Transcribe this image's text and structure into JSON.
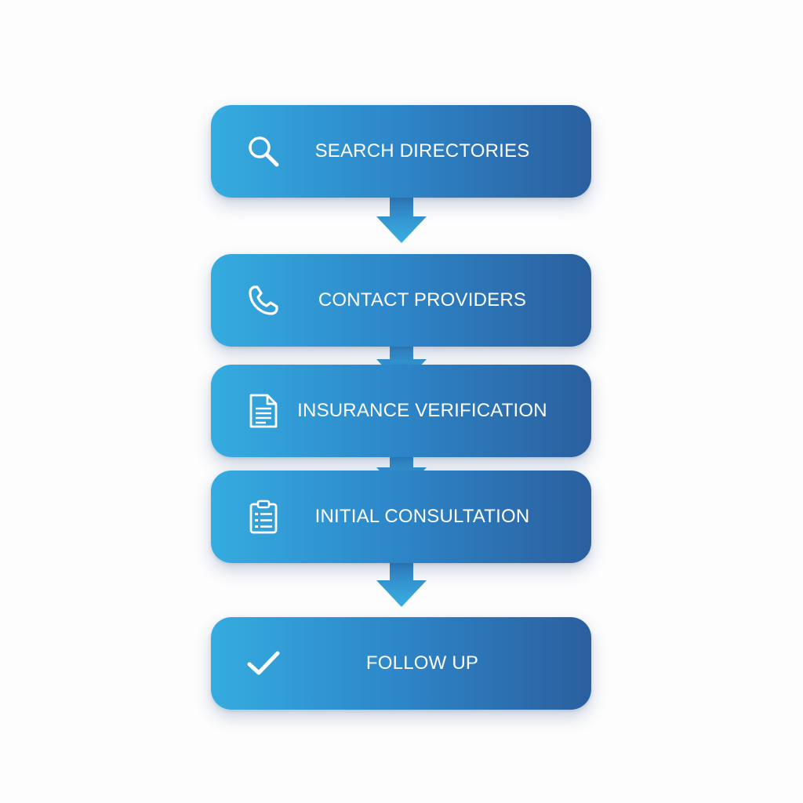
{
  "colors": {
    "gradient_start": "#35ace0",
    "gradient_mid": "#2d85c7",
    "gradient_end": "#2b5f9e",
    "arrow_top": "#2f7fc1",
    "arrow_bottom": "#3aaee2",
    "text": "#ffffff",
    "background": "#fdfdfe"
  },
  "steps": [
    {
      "label": "SEARCH DIRECTORIES",
      "icon": "search-icon"
    },
    {
      "label": "CONTACT PROVIDERS",
      "icon": "phone-icon"
    },
    {
      "label": "INSURANCE VERIFICATION",
      "icon": "document-icon"
    },
    {
      "label": "INITIAL CONSULTATION",
      "icon": "clipboard-icon"
    },
    {
      "label": "FOLLOW UP",
      "icon": "checkmark-icon"
    }
  ]
}
